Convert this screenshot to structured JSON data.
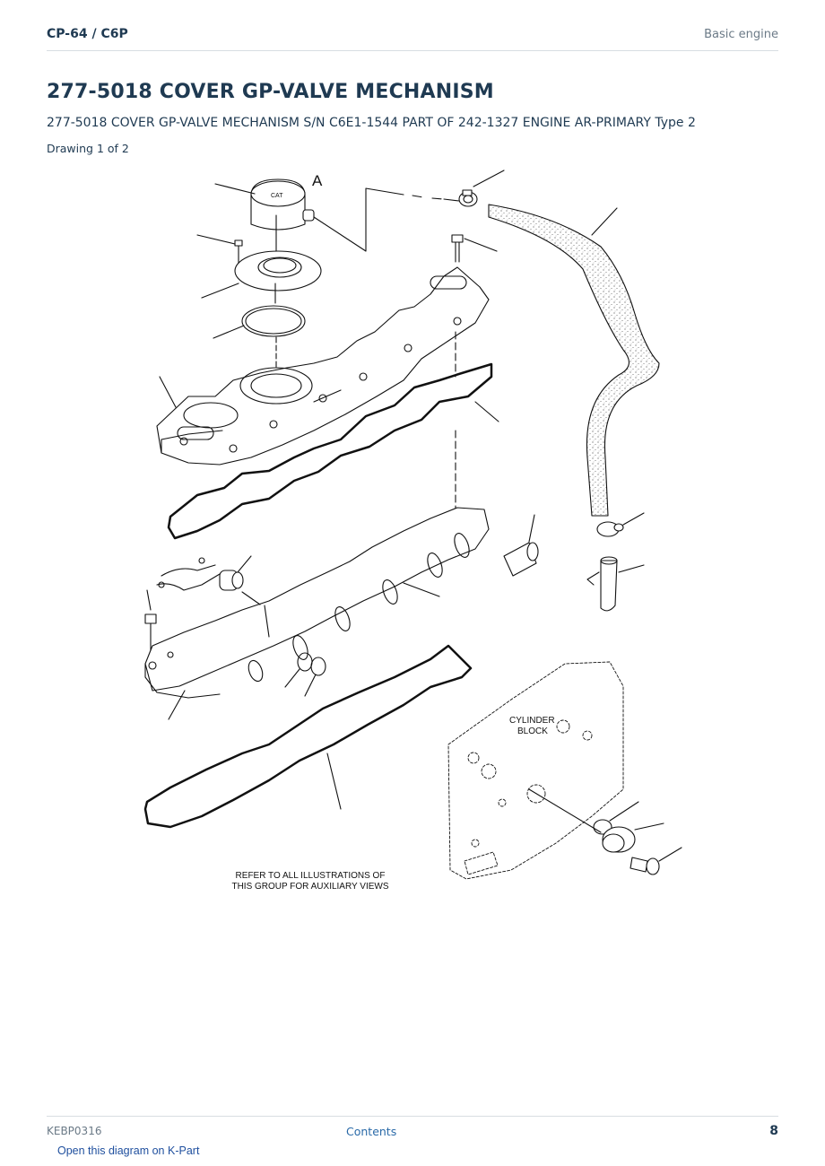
{
  "header": {
    "left": "CP-64  /  C6P",
    "right": "Basic engine"
  },
  "title": "277-5018 COVER GP-VALVE MECHANISM",
  "subtitle": "277-5018 COVER GP-VALVE MECHANISM S/N C6E1-1544 PART OF 242-1327 ENGINE AR-PRIMARY Type 2",
  "drawing_label": "Drawing 1 of 2",
  "diagram": {
    "callout_a": "A",
    "cylinder_block_line1": "CYLINDER",
    "cylinder_block_line2": "BLOCK",
    "note_line1": "REFER TO ALL ILLUSTRATIONS OF",
    "note_line2": "THIS GROUP FOR AUXILIARY VIEWS",
    "cap_logo": "CAT"
  },
  "footer": {
    "code": "KEBP0316",
    "contents_link": "Contents",
    "page": "8"
  },
  "kpart_link": "Open this diagram on K-Part"
}
